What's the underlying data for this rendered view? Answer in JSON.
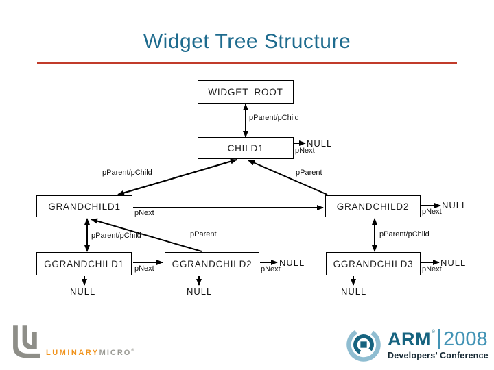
{
  "slide": {
    "title": "Widget Tree Structure"
  },
  "diagram": {
    "nodes": [
      {
        "label": "WIDGET_ROOT"
      },
      {
        "label": "CHILD1"
      },
      {
        "label": "GRANDCHILD1"
      },
      {
        "label": "GRANDCHILD2"
      },
      {
        "label": "GGRANDCHILD1"
      },
      {
        "label": "GGRANDCHILD2"
      },
      {
        "label": "GGRANDCHILD3"
      }
    ],
    "pointer_labels": {
      "parent_child": "pParent/pChild",
      "parent": "pParent",
      "next": "pNext",
      "null_text": "NULL"
    }
  },
  "footer": {
    "luminary": {
      "brand": "LUMINARY",
      "suffix": "MICRO",
      "registered": "®"
    },
    "arm": {
      "name": "ARM",
      "registered": "®",
      "year": "2008",
      "tagline": "Developers’ Conference"
    }
  },
  "colors": {
    "title": "#1E6B8E",
    "rule": "#C13B2A",
    "arm_dark": "#16637F",
    "arm_light": "#4293B5",
    "luminary_orange": "#F0941F",
    "luminary_gray": "#9A9A94"
  }
}
